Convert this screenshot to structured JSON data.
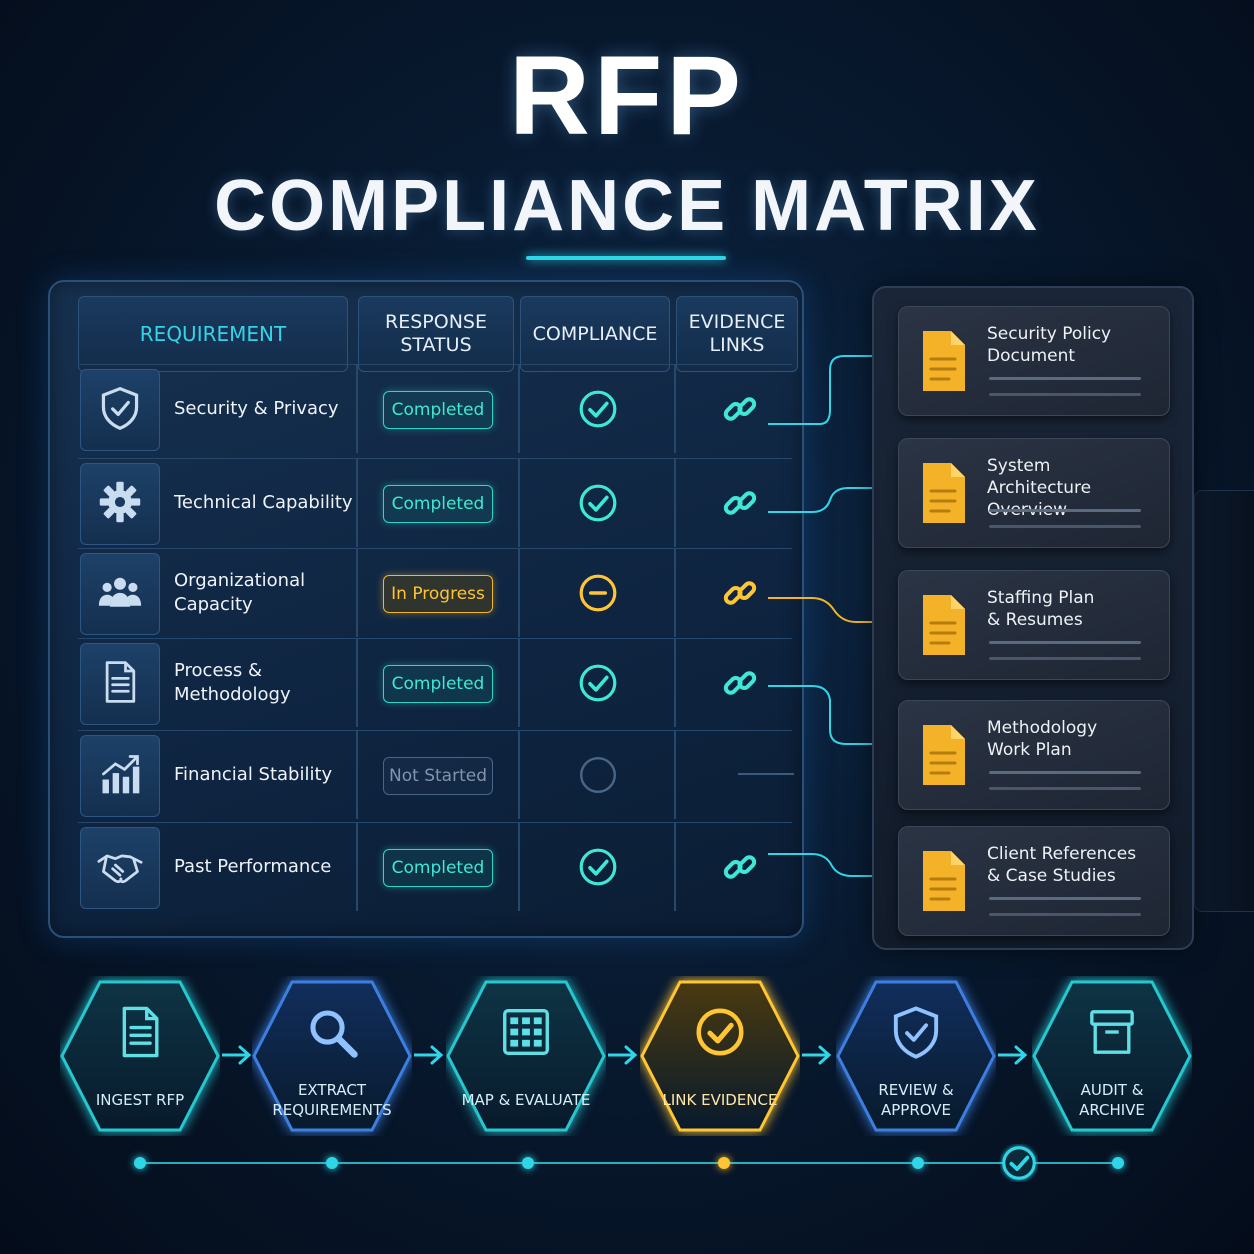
{
  "title": {
    "line1": "RFP",
    "line2": "COMPLIANCE MATRIX"
  },
  "matrix": {
    "headers": {
      "requirement": "REQUIREMENT",
      "response_status_1": "RESPONSE",
      "response_status_2": "STATUS",
      "compliance": "COMPLIANCE",
      "evidence_1": "EVIDENCE",
      "evidence_2": "LINKS"
    },
    "rows": [
      {
        "label": "Security & Privacy",
        "status": "Completed",
        "state": "done",
        "icon": "shield-check-icon"
      },
      {
        "label": "Technical Capability",
        "status": "Completed",
        "state": "done",
        "icon": "gear-icon"
      },
      {
        "label": "Organizational Capacity",
        "status": "In Progress",
        "state": "progress",
        "icon": "people-icon"
      },
      {
        "label": "Process & Methodology",
        "status": "Completed",
        "state": "done",
        "icon": "document-icon"
      },
      {
        "label": "Financial Stability",
        "status": "Not Started",
        "state": "none",
        "icon": "bar-chart-icon"
      },
      {
        "label": "Past Performance",
        "status": "Completed",
        "state": "done",
        "icon": "handshake-icon"
      }
    ]
  },
  "evidence": [
    {
      "line1": "Security Policy",
      "line2": "Document"
    },
    {
      "line1": "System Architecture",
      "line2": "Overview"
    },
    {
      "line1": "Staffing Plan",
      "line2": "& Resumes"
    },
    {
      "line1": "Methodology",
      "line2": "Work Plan"
    },
    {
      "line1": "Client References",
      "line2": "& Case Studies"
    }
  ],
  "workflow": [
    {
      "line1": "INGEST RFP",
      "line2": "",
      "icon": "document-icon"
    },
    {
      "line1": "EXTRACT",
      "line2": "REQUIREMENTS",
      "icon": "magnifier-icon"
    },
    {
      "line1": "MAP & EVALUATE",
      "line2": "",
      "icon": "grid-icon"
    },
    {
      "line1": "LINK EVIDENCE",
      "line2": "",
      "icon": "check-circle-icon"
    },
    {
      "line1": "REVIEW &",
      "line2": "APPROVE",
      "icon": "shield-check-icon"
    },
    {
      "line1": "AUDIT &",
      "line2": "ARCHIVE",
      "icon": "archive-box-icon"
    }
  ],
  "colors": {
    "accent": "#2fd6e8",
    "done": "#3fe8d6",
    "progress": "#ffc533",
    "none": "#4a6686",
    "document": "#f4b229"
  }
}
